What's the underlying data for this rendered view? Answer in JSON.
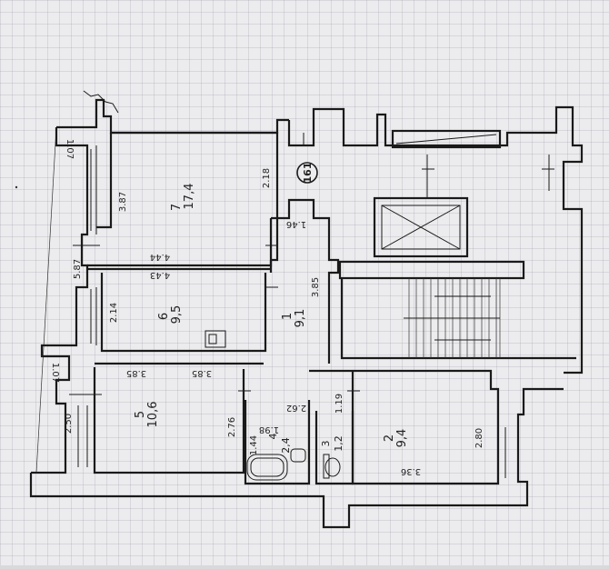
{
  "plan": {
    "building_badge": "161",
    "rooms": [
      {
        "key": "r7",
        "number": "7",
        "area": "17,4"
      },
      {
        "key": "r6",
        "number": "6",
        "area": "9,5"
      },
      {
        "key": "r1",
        "number": "1",
        "area": "9,1"
      },
      {
        "key": "r5",
        "number": "5",
        "area": "10,6"
      },
      {
        "key": "r4",
        "number": "4",
        "area": "2,4"
      },
      {
        "key": "r3",
        "number": "3",
        "area": "1,2"
      },
      {
        "key": "r2",
        "number": "2",
        "area": "9,4"
      }
    ],
    "dimensions": {
      "d_107_top": "1.07",
      "d_587": "5.87",
      "d_107_mid": "1.07",
      "d_387": "3.87",
      "d_218": "2.18",
      "d_444": "4.44",
      "d_443": "4.43",
      "d_214": "2.14",
      "d_146": "1.46",
      "d_385_vert": "3.85",
      "d_385_a": "3.85",
      "d_385_b": "3.85",
      "d_250": "2.50",
      "d_276": "2.76",
      "d_262": "2.62",
      "d_198": "1.98",
      "d_144": "1.44",
      "d_119": "1.19",
      "d_280": "2.80",
      "d_336": "3.36"
    }
  }
}
